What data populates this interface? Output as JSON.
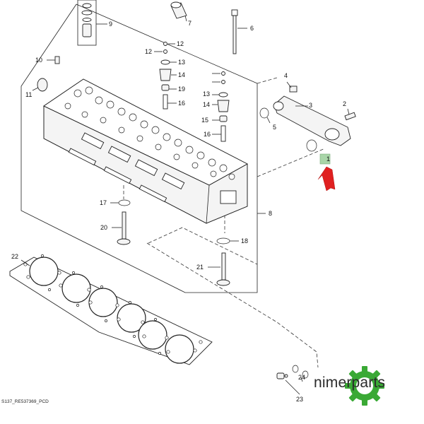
{
  "callouts": {
    "c1": "1",
    "c2": "2",
    "c3": "3",
    "c4": "4",
    "c5": "5",
    "c6": "6",
    "c7": "7",
    "c8": "8",
    "c9": "9",
    "c10": "10",
    "c11": "11",
    "c12a": "12",
    "c12b": "12",
    "c13a": "13",
    "c13b": "13",
    "c14a": "14",
    "c14b": "14",
    "c15": "15",
    "c16a": "16",
    "c16b": "16",
    "c17": "17",
    "c18": "18",
    "c19": "19",
    "c20": "20",
    "c21": "21",
    "c22": "22",
    "c23": "23",
    "c24": "24"
  },
  "footer": {
    "drawing_code": "S137_RE537369_PCD"
  },
  "brand": {
    "name": "nimerparts",
    "logo": "gear-logo",
    "accent_color": "#3aa935"
  },
  "highlight": {
    "color": "#a8d5a8",
    "arrow_color": "#e02020"
  }
}
